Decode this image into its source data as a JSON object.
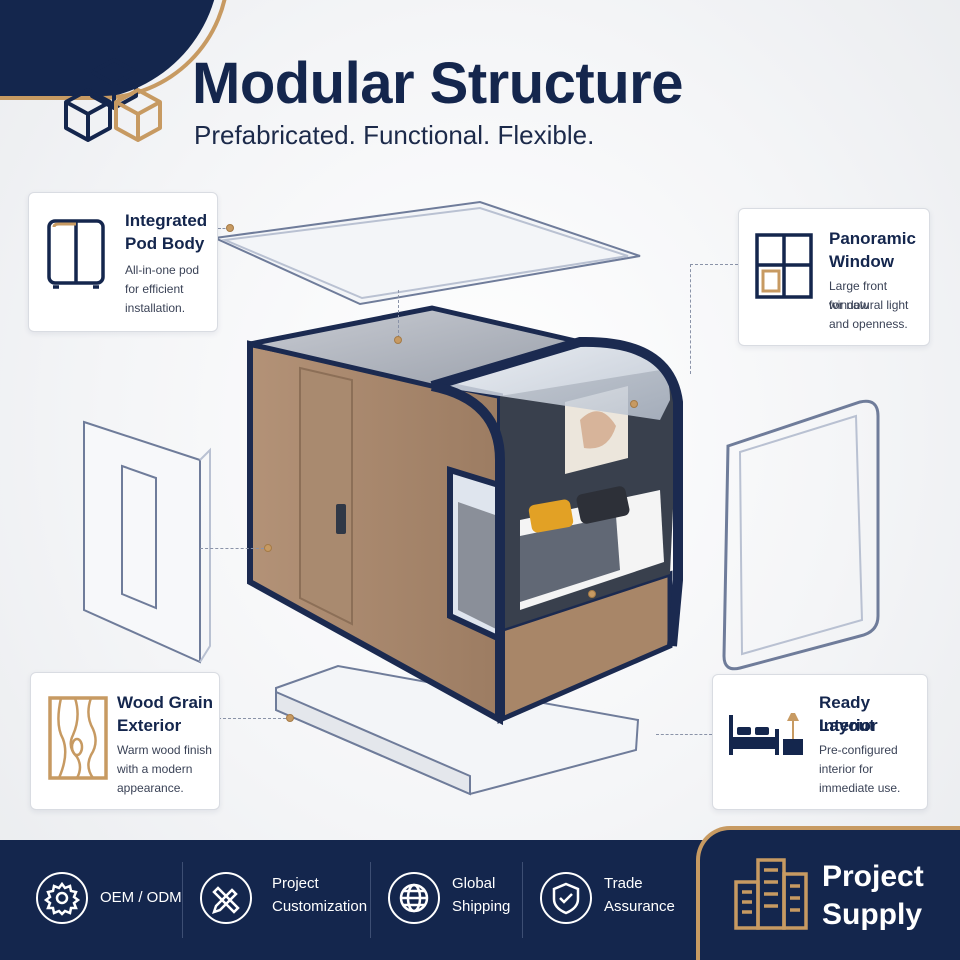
{
  "header": {
    "title": "Modular Structure",
    "subtitle": "Prefabricated. Functional. Flexible.",
    "icon": "stacked-boxes-icon"
  },
  "features": {
    "pod_body": {
      "title_line1": "Integrated",
      "title_line2": "Pod Body",
      "desc_line1": "All-in-one pod",
      "desc_line2": "for efficient",
      "desc_line3": "installation.",
      "icon": "wardrobe-icon"
    },
    "window": {
      "title_line1": "Panoramic",
      "title_line2": "Window",
      "desc_line1": "Large front window",
      "desc_line2": "for natural light",
      "desc_line3": "and openness.",
      "icon": "window-icon"
    },
    "wood": {
      "title_line1": "Wood Grain",
      "title_line2": "Exterior",
      "desc_line1": "Warm wood finish",
      "desc_line2": "with a modern",
      "desc_line3": "appearance.",
      "icon": "wood-grain-icon"
    },
    "interior": {
      "title_line1": "Ready Interior",
      "title_line2": "Layout",
      "desc_line1": "Pre-configured",
      "desc_line2": "interior for",
      "desc_line3": "immediate use.",
      "icon": "bed-lamp-icon"
    }
  },
  "footer": {
    "items": [
      {
        "label_line1": "OEM / ODM",
        "label_line2": "",
        "icon": "gear-icon"
      },
      {
        "label_line1": "Project",
        "label_line2": "Customization",
        "icon": "pencil-ruler-icon"
      },
      {
        "label_line1": "Global",
        "label_line2": "Shipping",
        "icon": "globe-icon"
      },
      {
        "label_line1": "Trade",
        "label_line2": "Assurance",
        "icon": "shield-check-icon"
      }
    ],
    "project_supply_line1": "Project",
    "project_supply_line2": "Supply",
    "project_supply_icon": "buildings-icon"
  },
  "colors": {
    "navy": "#14264d",
    "gold": "#c79a62",
    "wood": "#a8876b"
  }
}
